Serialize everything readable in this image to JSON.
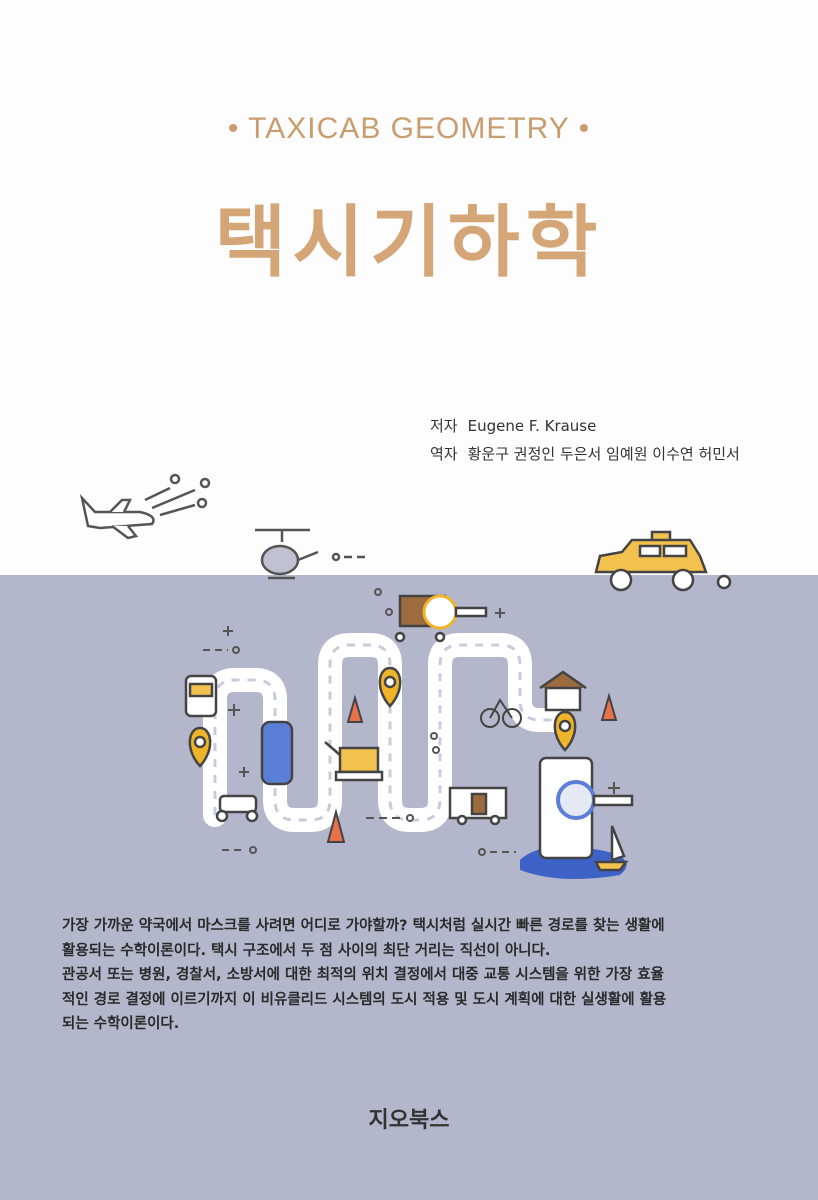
{
  "cover": {
    "subtitle": "• TAXICAB GEOMETRY •",
    "title": "택시기하학",
    "author_label": "저자",
    "author": "Eugene F. Krause",
    "translator_label": "역자",
    "translators": "황운구 권정인 두은서 임예원 이수연 허민서",
    "description": [
      "가장 가까운 약국에서 마스크를 사려면 어디로 가야할까? 택시처럼 실시간 빠른 경로를 찾는 생활에",
      "활용되는 수학이론이다. 택시 구조에서 두 점 사이의 최단 거리는 직선이 아니다.",
      "관공서 또는 병원, 경찰서, 소방서에 대한 최적의 위치 결정에서 대중 교통 시스템을 위한 가장 효율",
      "적인 경로 결정에 이르기까지 이 비유클리드 시스템의 도시 적용 및 도시 계획에 대한 실생활에 활용",
      "되는 수학이론이다."
    ],
    "publisher": "지오북스",
    "colors": {
      "title": "#d4a677",
      "lower_bg": "#b4b6cb",
      "taxi": "#f2c14e",
      "pin": "#f0b429"
    }
  }
}
